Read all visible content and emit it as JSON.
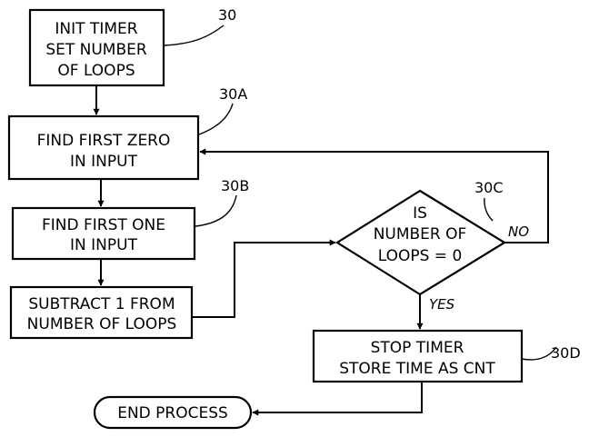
{
  "boxes": {
    "init": {
      "lines": [
        "INIT TIMER",
        "SET NUMBER",
        "OF LOOPS"
      ],
      "ref": "30"
    },
    "find_zero": {
      "lines": [
        "FIND FIRST ZERO",
        "IN INPUT"
      ],
      "ref": "30A"
    },
    "find_one": {
      "lines": [
        "FIND FIRST ONE",
        "IN INPUT"
      ],
      "ref": "30B"
    },
    "subtract": {
      "lines": [
        "SUBTRACT 1 FROM",
        "NUMBER OF LOOPS"
      ]
    },
    "decision": {
      "lines": [
        "IS",
        "NUMBER OF",
        "LOOPS = 0"
      ],
      "ref": "30C"
    },
    "stop": {
      "lines": [
        "STOP TIMER",
        "STORE TIME AS CNT"
      ],
      "ref": "30D"
    },
    "end": {
      "lines": [
        "END PROCESS"
      ]
    }
  },
  "branches": {
    "no": "NO",
    "yes": "YES"
  }
}
